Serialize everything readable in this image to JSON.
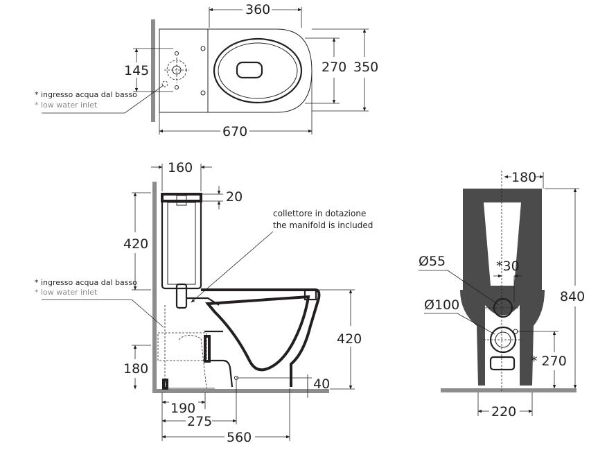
{
  "top_view": {
    "dim_width_tank_bowl": "360",
    "dim_overall_length": "670",
    "dim_inner_width": "270",
    "dim_outer_width": "350",
    "dim_inlet_offset": "145",
    "note_it": "* ingresso acqua dal basso",
    "note_en": "* low water inlet"
  },
  "side_view": {
    "dim_tank_depth": "160",
    "dim_lid": "20",
    "dim_tank_height": "420",
    "dim_bowl_height": "420",
    "dim_inlet_height": "180",
    "dim_floor_gap": "40",
    "dim_190": "190",
    "dim_275": "275",
    "dim_560": "560",
    "manifold_it": "collettore in dotazione",
    "manifold_en": "the manifold is included",
    "note_it": "* ingresso acqua dal basso",
    "note_en": "* low water inlet"
  },
  "rear_view": {
    "dim_180": "180",
    "dim_840": "840",
    "dim_d55": "Ø55",
    "dim_30": "*30",
    "dim_d100": "Ø100",
    "dim_270": "* 270",
    "dim_220": "220"
  }
}
